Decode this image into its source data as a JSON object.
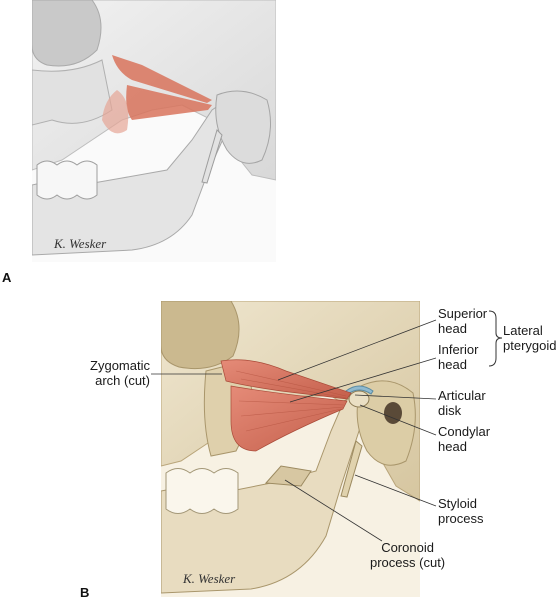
{
  "panels": [
    {
      "letter": "A",
      "signature": "K. Wesker"
    },
    {
      "letter": "B",
      "signature": "K. Wesker"
    }
  ],
  "labels": {
    "superior_head": [
      "Superior",
      "head"
    ],
    "inferior_head": [
      "Inferior",
      "head"
    ],
    "lateral_pterygoid": [
      "Lateral",
      "pterygoid"
    ],
    "zygomatic_arch": [
      "Zygomatic",
      "arch (cut)"
    ],
    "articular_disk": [
      "Articular",
      "disk"
    ],
    "condylar_head": [
      "Condylar",
      "head"
    ],
    "styloid_process": [
      "Styloid",
      "process"
    ],
    "coronoid_process": [
      "Coronoid",
      "process (cut)"
    ]
  },
  "colors": {
    "bone_light": "#e6e6e6",
    "bone_tan": "#e8dcc0",
    "muscle": "#d9745f",
    "muscle_a": "#d8735c",
    "leader": "#333333"
  }
}
